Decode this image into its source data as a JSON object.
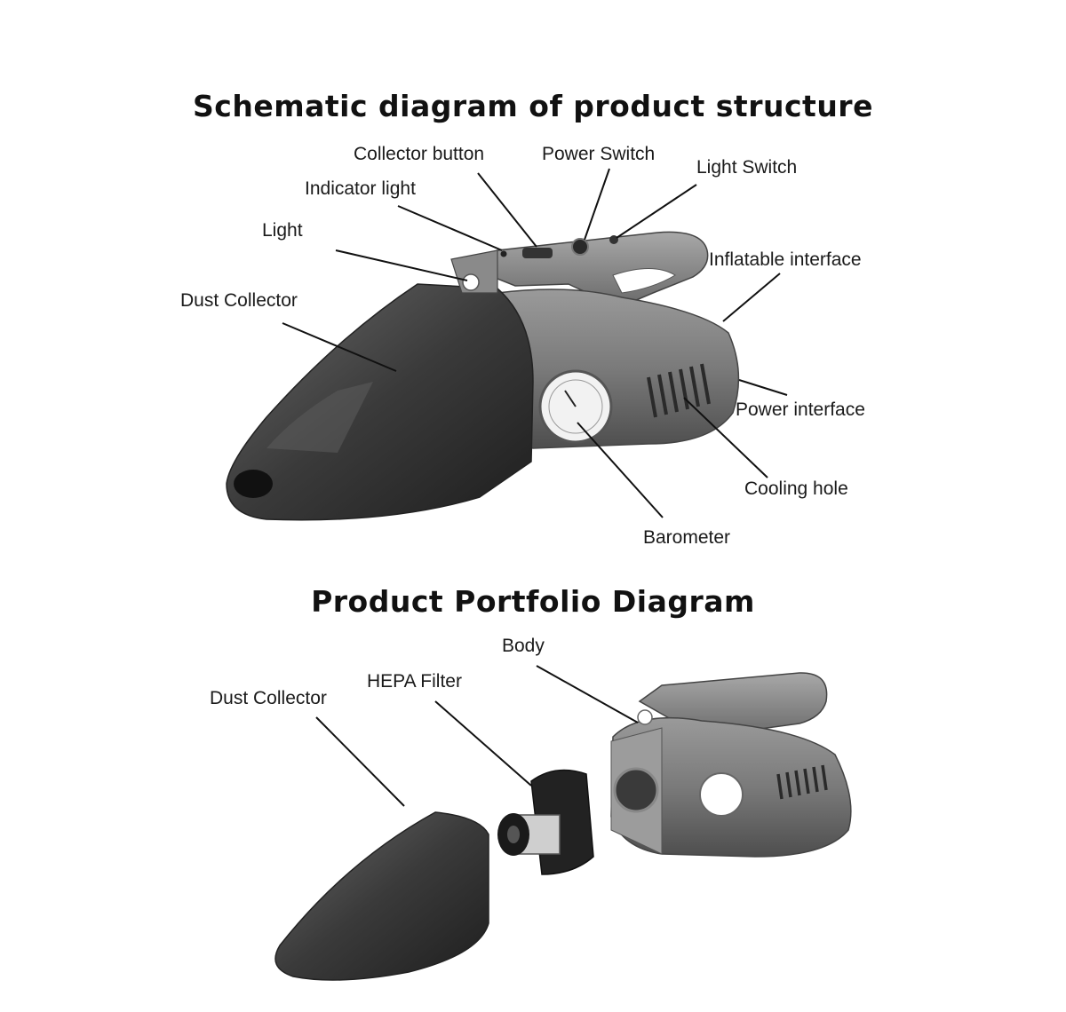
{
  "titles": {
    "structure": "Schematic diagram of product structure",
    "portfolio": "Product Portfolio Diagram"
  },
  "structure_labels": {
    "collector_button": "Collector button",
    "power_switch": "Power Switch",
    "light_switch": "Light Switch",
    "indicator_light": "Indicator light",
    "light": "Light",
    "dust_collector": "Dust Collector",
    "inflatable_interface": "Inflatable interface",
    "power_interface": "Power interface",
    "cooling_hole": "Cooling hole",
    "barometer": "Barometer"
  },
  "portfolio_labels": {
    "body": "Body",
    "hepa_filter": "HEPA Filter",
    "dust_collector": "Dust Collector"
  }
}
